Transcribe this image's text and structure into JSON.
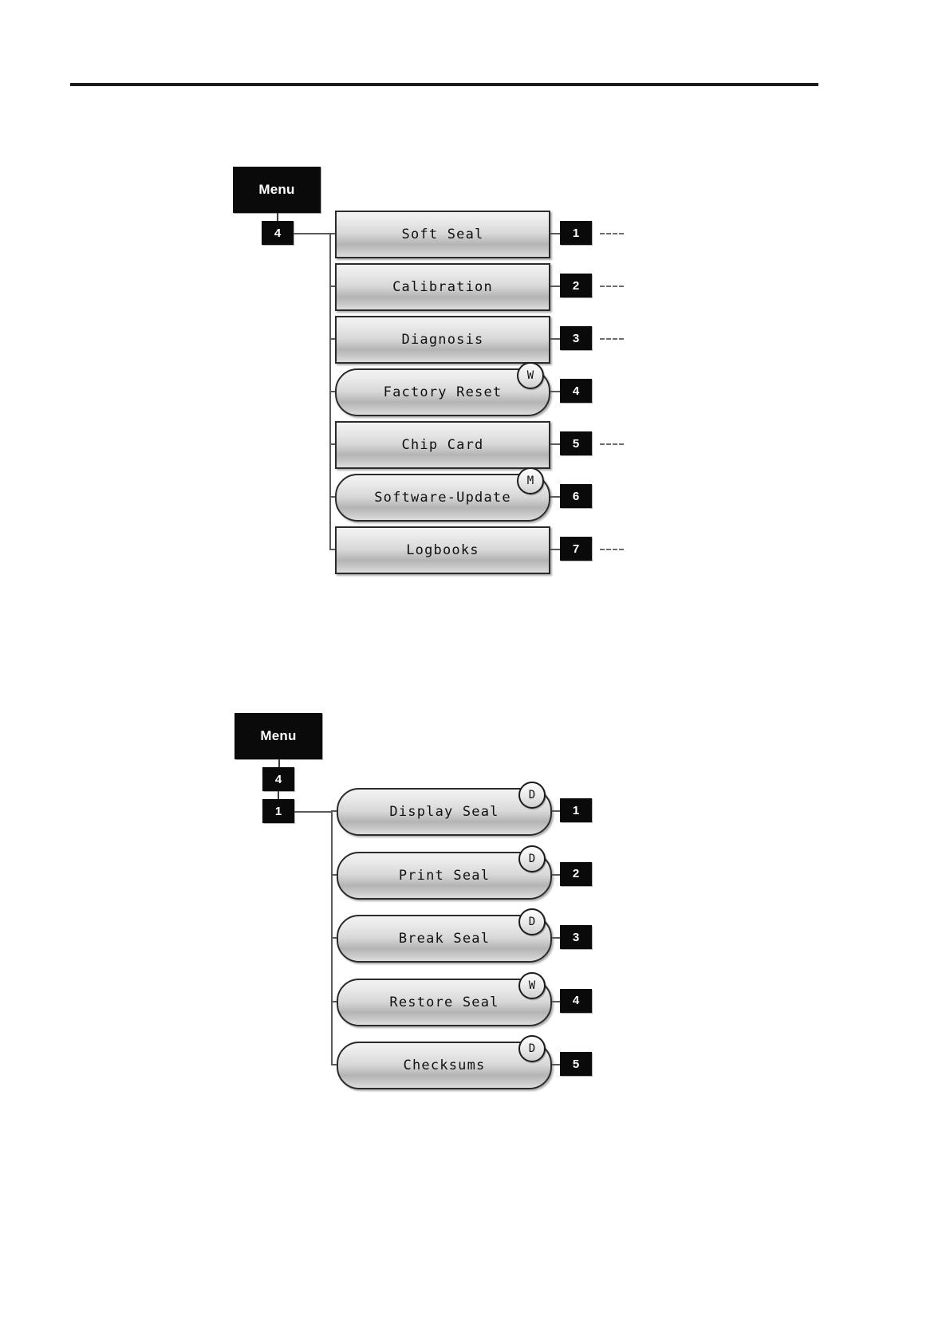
{
  "page": {
    "rule": true
  },
  "diagrams": [
    {
      "id": "menu-4-overview",
      "root_label": "Menu",
      "path_badges": [
        "4"
      ],
      "items": [
        {
          "label": "Soft Seal",
          "index": "1",
          "shape": "rect",
          "badge": "",
          "trailing_dashes": true
        },
        {
          "label": "Calibration",
          "index": "2",
          "shape": "rect",
          "badge": "",
          "trailing_dashes": true
        },
        {
          "label": "Diagnosis",
          "index": "3",
          "shape": "rect",
          "badge": "",
          "trailing_dashes": true
        },
        {
          "label": "Factory Reset",
          "index": "4",
          "shape": "rounded",
          "badge": "W",
          "trailing_dashes": false
        },
        {
          "label": "Chip Card",
          "index": "5",
          "shape": "rect",
          "badge": "",
          "trailing_dashes": true
        },
        {
          "label": "Software-Update",
          "index": "6",
          "shape": "rounded",
          "badge": "M",
          "trailing_dashes": false
        },
        {
          "label": "Logbooks",
          "index": "7",
          "shape": "rect",
          "badge": "",
          "trailing_dashes": true
        }
      ]
    },
    {
      "id": "menu-4-1-soft-seal",
      "root_label": "Menu",
      "path_badges": [
        "4",
        "1"
      ],
      "items": [
        {
          "label": "Display Seal",
          "index": "1",
          "shape": "rounded",
          "badge": "D",
          "trailing_dashes": false
        },
        {
          "label": "Print Seal",
          "index": "2",
          "shape": "rounded",
          "badge": "D",
          "trailing_dashes": false
        },
        {
          "label": "Break Seal",
          "index": "3",
          "shape": "rounded",
          "badge": "D",
          "trailing_dashes": false
        },
        {
          "label": "Restore Seal",
          "index": "4",
          "shape": "rounded",
          "badge": "W",
          "trailing_dashes": false
        },
        {
          "label": "Checksums",
          "index": "5",
          "shape": "rounded",
          "badge": "D",
          "trailing_dashes": false
        }
      ]
    }
  ]
}
